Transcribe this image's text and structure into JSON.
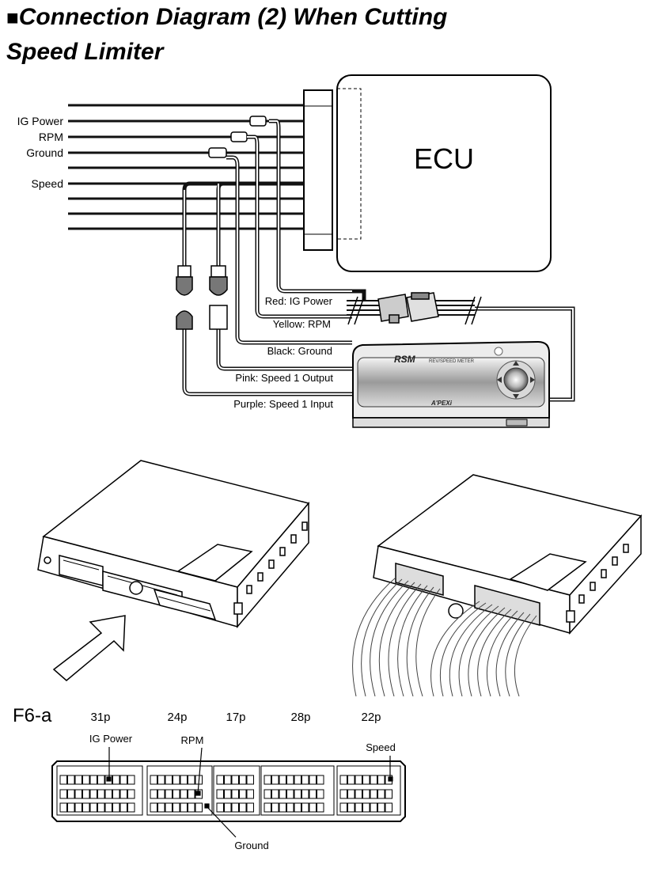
{
  "title": {
    "square": "■",
    "line1": "Connection Diagram (2) When  Cutting",
    "line2": "Speed Limiter"
  },
  "ecu_label": "ECU",
  "left_signal_labels": [
    "IG Power",
    "RPM",
    "Ground",
    "Speed"
  ],
  "wire_labels": [
    "Red: IG Power",
    "Yellow: RPM",
    "Black: Ground",
    "Pink: Speed 1 Output",
    "Purple: Speed 1 Input"
  ],
  "meter": {
    "model": "RSM",
    "subtitle": "REV/SPEED METER",
    "brand": "A'PEXi"
  },
  "connector": {
    "name": "F6-a",
    "pins": [
      "31p",
      "24p",
      "17p",
      "28p",
      "22p"
    ],
    "callouts": [
      "IG Power",
      "RPM",
      "Speed",
      "Ground"
    ]
  }
}
